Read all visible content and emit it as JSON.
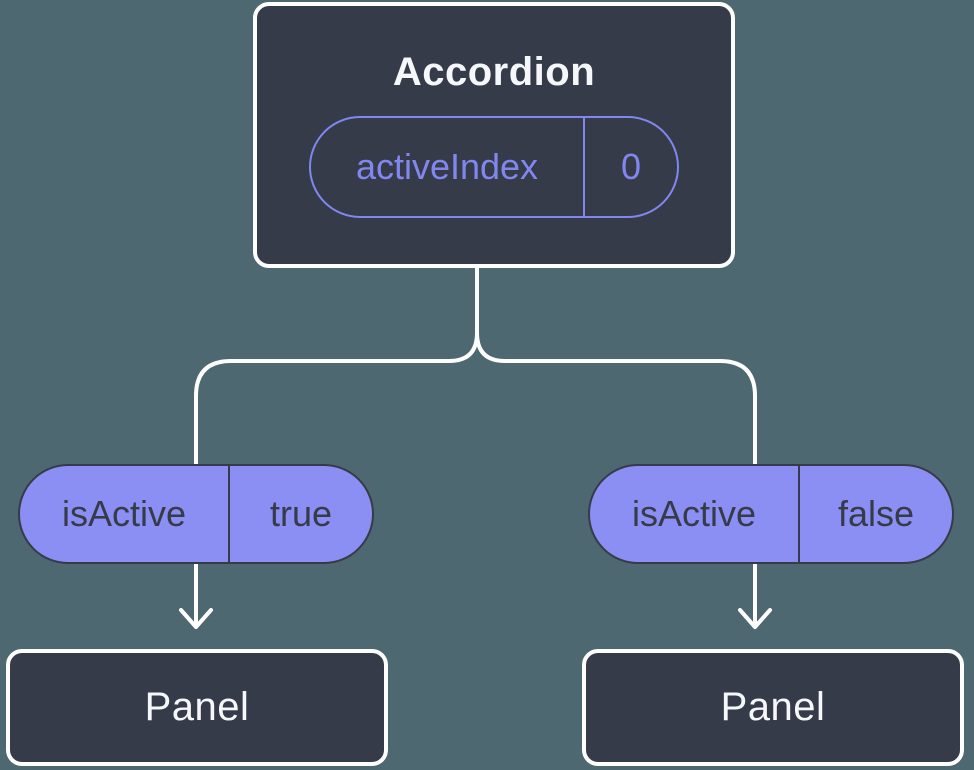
{
  "diagram": {
    "background": "#4d6871",
    "colors": {
      "node_fill": "#353b49",
      "node_border": "#ffffff",
      "node_text": "#f5f7fa",
      "state_accent": "#8287ef",
      "prop_fill": "#8b8ef2",
      "prop_border": "#363b4a",
      "prop_text": "#363b4a",
      "connector": "#ffffff"
    },
    "root": {
      "title": "Accordion",
      "state_pill": {
        "label": "activeIndex",
        "value": "0"
      }
    },
    "branches": [
      {
        "prop_pill": {
          "label": "isActive",
          "value": "true"
        },
        "child": {
          "title": "Panel"
        }
      },
      {
        "prop_pill": {
          "label": "isActive",
          "value": "false"
        },
        "child": {
          "title": "Panel"
        }
      }
    ]
  }
}
